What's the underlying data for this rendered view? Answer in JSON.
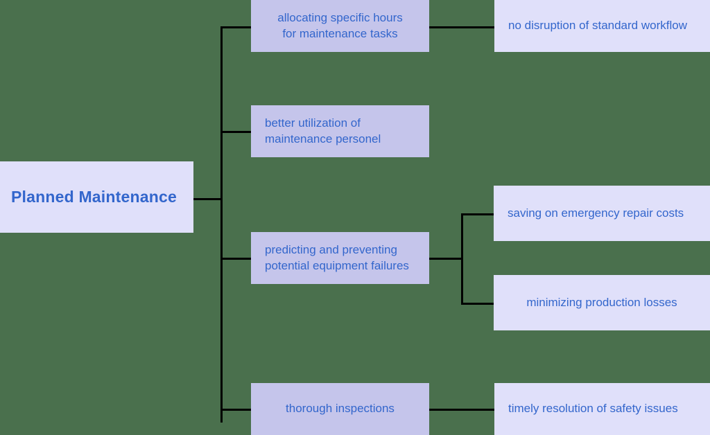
{
  "diagram": {
    "type": "tree",
    "orientation": "left-to-right",
    "background_color": "#4a704d",
    "connector_color": "#000000",
    "text_color": "#3366cc",
    "root": {
      "label": "Planned Maintenance",
      "fill_color": "#e0e0fa"
    },
    "branches": [
      {
        "label": "allocating specific hours\nfor maintenance tasks",
        "fill_color": "#c5c5eb",
        "children": [
          {
            "label": "no disruption of standard workflow",
            "fill_color": "#e0e0fa"
          }
        ]
      },
      {
        "label": "better utilization of\nmaintenance personel",
        "fill_color": "#c5c5eb",
        "children": []
      },
      {
        "label": "predicting and preventing\npotential equipment failures",
        "fill_color": "#c5c5eb",
        "children": [
          {
            "label": "saving on emergency repair costs",
            "fill_color": "#e0e0fa"
          },
          {
            "label": "minimizing production losses",
            "fill_color": "#e0e0fa"
          }
        ]
      },
      {
        "label": "thorough inspections",
        "fill_color": "#c5c5eb",
        "children": [
          {
            "label": "timely resolution of safety issues",
            "fill_color": "#e0e0fa"
          }
        ]
      }
    ]
  }
}
